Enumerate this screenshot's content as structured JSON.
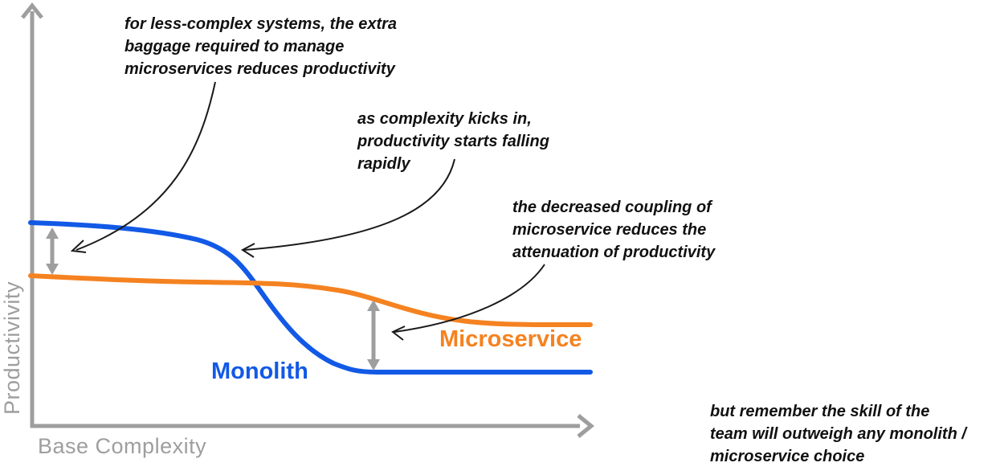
{
  "colors": {
    "monolith": "#1259E6",
    "microservice": "#F58220",
    "axis": "#9E9E9E",
    "annotation_text": "#111111"
  },
  "axes": {
    "y_label": "Productivivity",
    "x_label": "Base Complexity"
  },
  "curve_labels": {
    "monolith": "Monolith",
    "microservice": "Microservice"
  },
  "annotations": {
    "less_complex": "for less-complex systems, the extra\nbaggage required to manage\nmicroservices reduces productivity",
    "complexity_kicks_in": "as complexity kicks in,\nproductivity starts falling\nrapidly",
    "decreased_coupling": "the decreased coupling of\nmicroservice reduces the\nattenuation of productivity",
    "team_skill": "but remember the skill of the\nteam will outweigh any monolith /\nmicroservice choice"
  },
  "chart_data": {
    "type": "line",
    "title": "",
    "xlabel": "Base Complexity",
    "ylabel": "Productivivity",
    "x_range": [
      0,
      100
    ],
    "y_range": [
      0,
      100
    ],
    "grid": false,
    "tick_labels": "none (conceptual sketch, unlabeled axes with arrowheads)",
    "legend_position": "inline labels next to curves",
    "x": [
      0,
      12,
      23,
      32,
      40,
      46,
      52,
      59,
      66,
      81,
      100
    ],
    "series": [
      {
        "name": "Monolith",
        "color": "#1259E6",
        "values": [
          48.7,
          47.9,
          46.7,
          43.5,
          34.2,
          25.0,
          17.3,
          13.5,
          12.9,
          12.9,
          12.9
        ]
      },
      {
        "name": "Microservice",
        "color": "#F58220",
        "values": [
          36.0,
          35.4,
          34.8,
          34.4,
          34.2,
          34.0,
          33.1,
          30.8,
          27.9,
          24.6,
          24.4
        ]
      }
    ],
    "crossover_point": {
      "x": 40,
      "y": 34.2
    },
    "gap_markers": [
      {
        "at_x": 4,
        "between": [
          "Monolith",
          "Microservice"
        ],
        "meaning": "microservice premium at low complexity"
      },
      {
        "at_x": 61,
        "between": [
          "Microservice",
          "Monolith"
        ],
        "meaning": "microservice advantage at high complexity"
      }
    ],
    "annotations": [
      "for less-complex systems, the extra baggage required to manage microservices reduces productivity",
      "as complexity kicks in, productivity starts falling rapidly",
      "the decreased coupling of microservice reduces the attenuation of productivity",
      "but remember the skill of the team will outweigh any monolith / microservice choice"
    ]
  }
}
